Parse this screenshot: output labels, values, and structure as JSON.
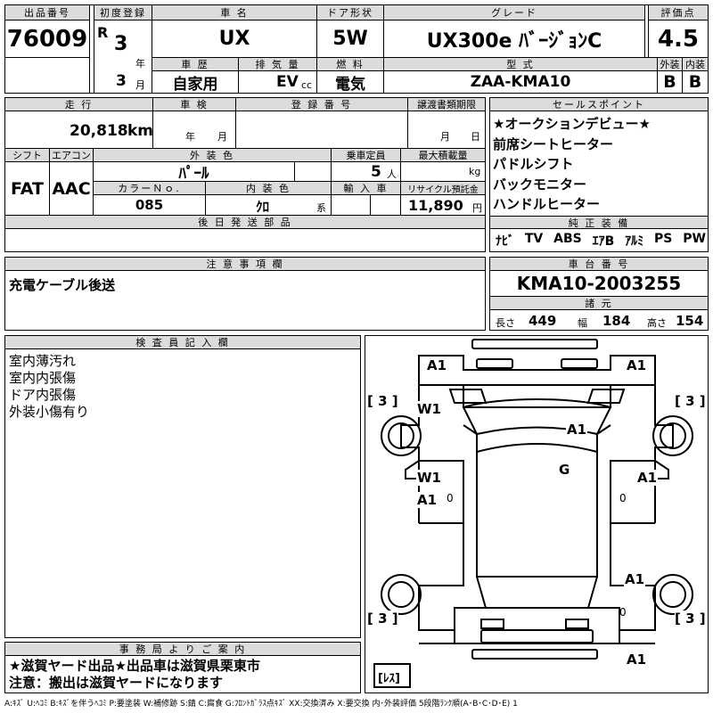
{
  "top": {
    "lot_label": "出品番号",
    "lot": "76009",
    "reg_label": "初度登録",
    "era": "R",
    "year": "3",
    "year_unit": "年",
    "month": "3",
    "month_unit": "月",
    "name_label": "車 名",
    "name": "UX",
    "door_label": "ドア形状",
    "door": "5W",
    "grade_label": "グレード",
    "grade": "UX300e ﾊﾞｰｼﾞｮﾝC",
    "score_label": "評価点",
    "score": "4.5",
    "history_label": "車 歴",
    "history": "自家用",
    "disp_label": "排 気 量",
    "disp": "EV",
    "disp_unit": "cc",
    "fuel_label": "燃 料",
    "fuel": "電気",
    "model_label": "型 式",
    "model": "ZAA-KMA10",
    "ext_label": "外装",
    "ext": "B",
    "int_label": "内装",
    "int": "B"
  },
  "mid": {
    "mileage_label": "走 行",
    "mileage": "20,818",
    "mileage_unit": "km",
    "inspect_label": "車 検",
    "inspect_year_unit": "年",
    "inspect_month_unit": "月",
    "plate_label": "登 録 番 号",
    "deadline_label": "譲渡書類期限",
    "deadline_month_unit": "月",
    "deadline_day_unit": "日",
    "shift_label": "シフト",
    "shift": "FAT",
    "ac_label": "エアコン",
    "ac": "AAC",
    "color_label": "外 装 色",
    "color": "ﾊﾟｰﾙ",
    "capacity_label": "乗車定員",
    "capacity": "5",
    "capacity_unit": "人",
    "load_label": "最大積載量",
    "load_unit": "kg",
    "colorno_label": "カラーＮｏ.",
    "colorno": "085",
    "interior_label": "内 装 色",
    "interior": "ｸﾛ",
    "interior_unit": "系",
    "import_label": "輸 入 車",
    "recycle_label": "リサイクル預託金",
    "recycle": "11,890",
    "recycle_unit": "円",
    "later_label": "後 日 発 送 部 品"
  },
  "sales": {
    "label": "セールスポイント",
    "points": [
      "★オークションデビュー★",
      "前席シートヒーター",
      "パドルシフト",
      "バックモニター",
      "ハンドルヒーター"
    ],
    "equip_label": "純 正 装 備",
    "equip": [
      "ﾅﾋﾞ",
      "TV",
      "ABS",
      "ｴｱB",
      "ｱﾙﾐ",
      "PS",
      "PW"
    ]
  },
  "notes": {
    "label": "注 意 事 項 欄",
    "text": "充電ケーブル後送"
  },
  "chassis": {
    "label": "車 台 番 号",
    "number": "KMA10-2003255",
    "spec_label": "諸 元",
    "len_label": "長さ",
    "len": "449",
    "wid_label": "幅",
    "wid": "184",
    "hei_label": "高さ",
    "hei": "154"
  },
  "inspector": {
    "label": "検 査 員 記 入 欄",
    "lines": [
      "室内薄汚れ",
      "室内内張傷",
      "ドア内張傷",
      "外装小傷有り"
    ]
  },
  "office": {
    "label": "事 務 局 よ り ご 案 内",
    "lines": [
      "★滋賀ヤード出品★出品車は滋賀県栗東市",
      "注意：搬出は滋賀ヤードになります"
    ]
  },
  "diagram": {
    "codes": [
      "A1",
      "A1",
      "W1",
      "A1",
      "G",
      "W1",
      "A1",
      "A1",
      "A1",
      "A1"
    ],
    "zeros": [
      "0",
      "0",
      "0"
    ],
    "tires": [
      "[ 3 ]",
      "[ 3 ]",
      "[ 3 ]",
      "[ 3 ]"
    ],
    "spare": "[ﾚｽ]"
  },
  "legend": "A:ｷｽﾞ U:ﾍｺﾐ B:ｷｽﾞを伴うﾍｺﾐ P:要塗装 W:補修跡 S:錆 C:腐食 G:ﾌﾛﾝﾄｶﾞﾗｽ点ｷｽﾞ XX:交換済み X:要交換  内･外装評価 5段階ﾗﾝｸ順(A･B･C･D･E) 1"
}
